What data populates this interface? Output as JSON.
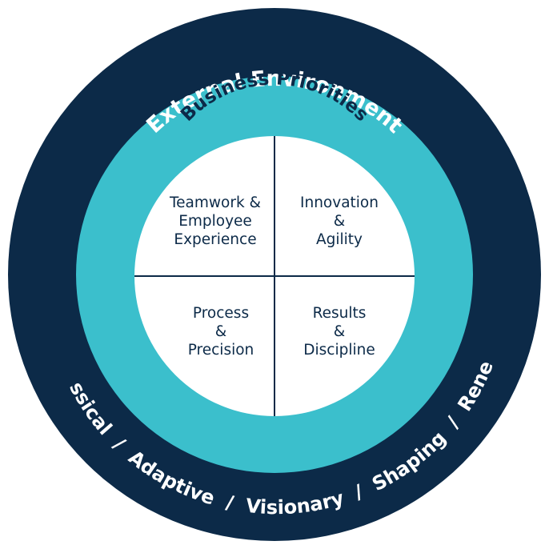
{
  "colors": {
    "outer_ring": "#0c2a48",
    "middle_ring": "#3bbfcc",
    "center": "#ffffff",
    "divider": "#0c2a48"
  },
  "outer_ring": {
    "label": "External Environment",
    "bottom_label": "Classical  /  Adaptive  /  Visionary  /  Shaping  /  Renewal"
  },
  "middle_ring": {
    "label": "Business Priorities"
  },
  "quadrants": {
    "top_left": {
      "lines": [
        "Teamwork &",
        "Employee",
        "Experience"
      ]
    },
    "top_right": {
      "lines": [
        "Innovation",
        "&",
        "Agility"
      ]
    },
    "bottom_left": {
      "lines": [
        "Process",
        "&",
        "Precision"
      ]
    },
    "bottom_right": {
      "lines": [
        "Results",
        "&",
        "Discipline"
      ]
    }
  }
}
